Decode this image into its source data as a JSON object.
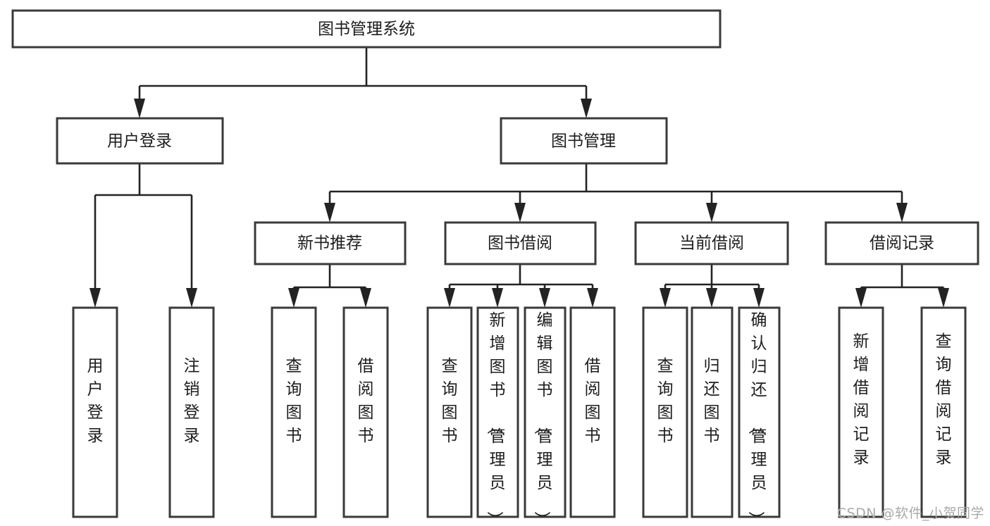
{
  "diagram": {
    "type": "hierarchy-tree",
    "title": "图书管理系统",
    "orientation": "top-down",
    "colors": {
      "box_stroke": "#3a3a3a",
      "box_fill": "#ffffff",
      "connector": "#232323",
      "text": "#1d1d1d",
      "watermark": "#a9a9a9",
      "background": "#ffffff"
    },
    "levels": {
      "level1": [
        "图书管理系统"
      ],
      "level2": [
        "用户登录",
        "图书管理"
      ],
      "level3": [
        "新书推荐",
        "图书借阅",
        "当前借阅",
        "借阅记录"
      ],
      "level4": [
        "用户登录",
        "注销登录",
        "查询图书",
        "借阅图书",
        "查询图书",
        "新增图书（管理员）",
        "编辑图书（管理员）",
        "借阅图书",
        "查询图书",
        "归还图书",
        "确认归还（管理员）",
        "新增借阅记录",
        "查询借阅记录"
      ]
    },
    "root": {
      "label": "图书管理系统"
    },
    "branches": [
      {
        "label": "用户登录",
        "children": [
          {
            "label": "用户登录"
          },
          {
            "label": "注销登录"
          }
        ]
      },
      {
        "label": "图书管理",
        "children": [
          {
            "label": "新书推荐",
            "children": [
              {
                "label": "查询图书"
              },
              {
                "label": "借阅图书"
              }
            ]
          },
          {
            "label": "图书借阅",
            "children": [
              {
                "label": "查询图书"
              },
              {
                "label": "新增图书（管理员）"
              },
              {
                "label": "编辑图书（管理员）"
              },
              {
                "label": "借阅图书"
              }
            ]
          },
          {
            "label": "当前借阅",
            "children": [
              {
                "label": "查询图书"
              },
              {
                "label": "归还图书"
              },
              {
                "label": "确认归还（管理员）"
              }
            ]
          },
          {
            "label": "借阅记录",
            "children": [
              {
                "label": "新增借阅记录"
              },
              {
                "label": "查询借阅记录"
              }
            ]
          }
        ]
      }
    ],
    "watermark": "CSDN @软件_小贺同学"
  }
}
